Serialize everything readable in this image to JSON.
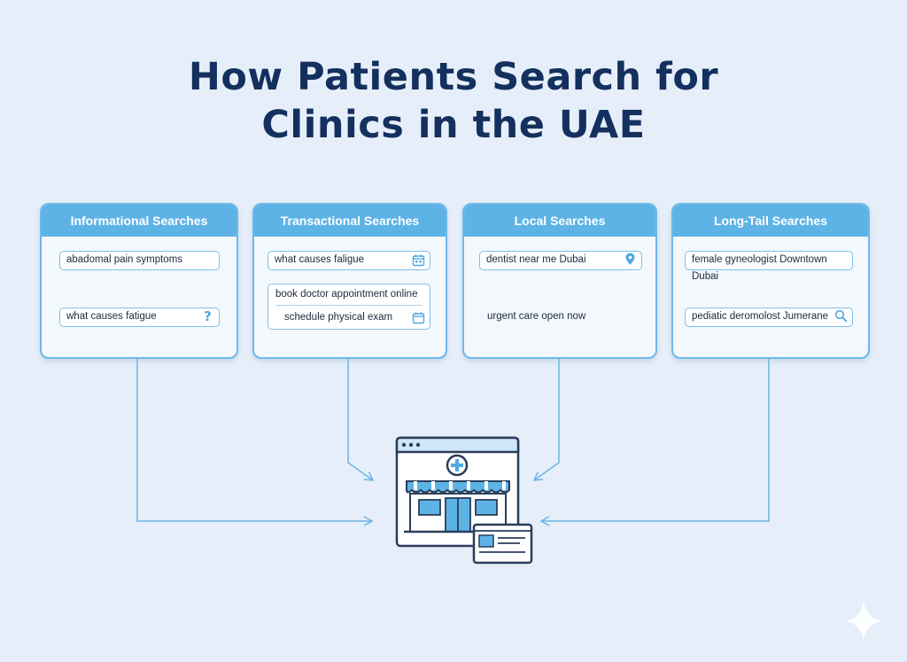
{
  "title": {
    "line1": "How Patients Search for",
    "line2": "Clinics in the UAE"
  },
  "cards": [
    {
      "header": "Informational Searches",
      "queries": [
        "abadomal pain symptoms",
        "what causes fatigue"
      ],
      "icons": [
        "question-mark-icon"
      ]
    },
    {
      "header": "Transactional Searches",
      "queries": [
        "what causes faligue",
        "book doctor appointment online",
        "schedule physical exam"
      ],
      "icons": [
        "calendar-icon",
        "calendar-icon"
      ]
    },
    {
      "header": "Local Searches",
      "queries": [
        "dentist near me Dubai",
        "urgent care open now"
      ],
      "icons": [
        "map-pin-icon"
      ]
    },
    {
      "header": "Long-Tail Searches",
      "queries": [
        "female gyneologist Downtown Dubai",
        "pediatic deromolost Jumerane"
      ],
      "icons": [
        "search-icon"
      ]
    }
  ],
  "center_icon": "clinic-browser-icon",
  "colors": {
    "accent": "#5eb3e6",
    "title": "#14305e",
    "background": "#e6eff9",
    "stroke": "#2a3d5a"
  }
}
